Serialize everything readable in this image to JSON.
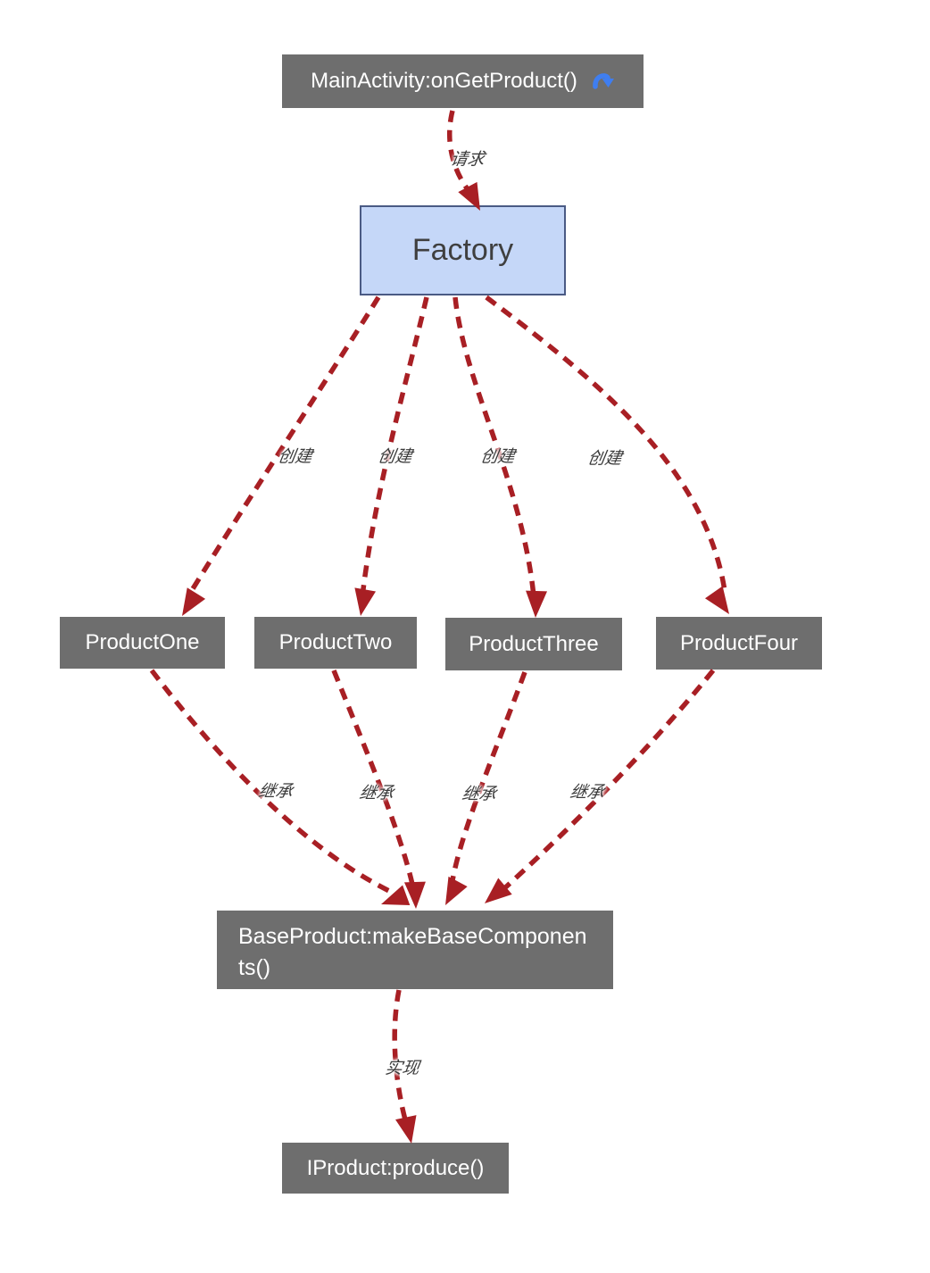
{
  "diagram": {
    "nodes": {
      "main_activity": {
        "label": "MainActivity:onGetProduct()"
      },
      "factory": {
        "label": "Factory"
      },
      "product_one": {
        "label": "ProductOne"
      },
      "product_two": {
        "label": "ProductTwo"
      },
      "product_three": {
        "label": "ProductThree"
      },
      "product_four": {
        "label": "ProductFour"
      },
      "base_product": {
        "label": "BaseProduct:makeBaseComponents()"
      },
      "iproduct": {
        "label": "IProduct:produce()"
      }
    },
    "edge_labels": {
      "request": "请求",
      "create": "创建",
      "inherit": "继承",
      "implement": "实现"
    },
    "edges": [
      {
        "from": "MainActivity:onGetProduct()",
        "to": "Factory",
        "label": "请求"
      },
      {
        "from": "Factory",
        "to": "ProductOne",
        "label": "创建"
      },
      {
        "from": "Factory",
        "to": "ProductTwo",
        "label": "创建"
      },
      {
        "from": "Factory",
        "to": "ProductThree",
        "label": "创建"
      },
      {
        "from": "Factory",
        "to": "ProductFour",
        "label": "创建"
      },
      {
        "from": "ProductOne",
        "to": "BaseProduct:makeBaseComponents()",
        "label": "继承"
      },
      {
        "from": "ProductTwo",
        "to": "BaseProduct:makeBaseComponents()",
        "label": "继承"
      },
      {
        "from": "ProductThree",
        "to": "BaseProduct:makeBaseComponents()",
        "label": "继承"
      },
      {
        "from": "ProductFour",
        "to": "BaseProduct:makeBaseComponents()",
        "label": "继承"
      },
      {
        "from": "BaseProduct:makeBaseComponents()",
        "to": "IProduct:produce()",
        "label": "实现"
      }
    ],
    "icons": {
      "main_activity_icon": "curved-arrow-down-icon"
    },
    "colors": {
      "node_fill": "#6e6e6e",
      "node_text": "#ffffff",
      "factory_fill": "#c5d7f8",
      "factory_border": "#4a5a84",
      "factory_text": "#3f3f3f",
      "arrow_red": "#a81f24",
      "edge_label_text": "#3a3a3a",
      "icon_blue": "#3f7ef0",
      "background": "#ffffff"
    }
  }
}
